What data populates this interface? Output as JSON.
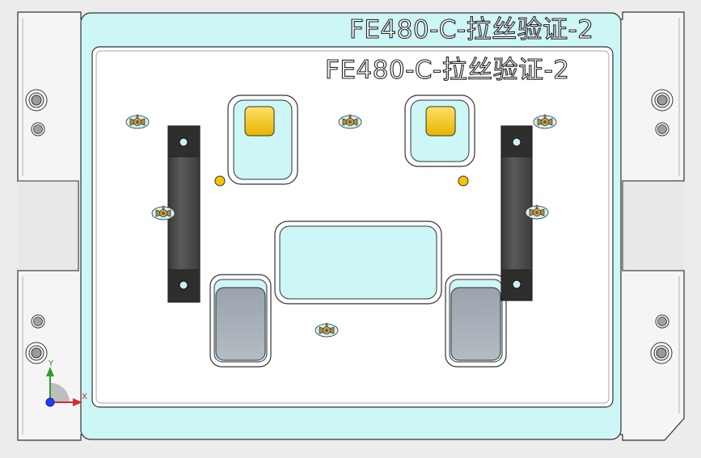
{
  "model": {
    "plate_label_outer": "FE480-C-拉丝验证-2",
    "plate_label_inner": "FE480-C-拉丝验证-2"
  },
  "triad": {
    "x_label": "X",
    "y_label": "Y",
    "x_color": "#d32f2f",
    "y_color": "#2e9e2e",
    "z_color": "#1e3cff"
  },
  "colors": {
    "background": "#ececec",
    "base_plate": "#f5f5f5",
    "cyan_plate": "#cdf6f6",
    "top_plate": "#ffffff",
    "dark_bar": "#4a4a48",
    "yellow_pad": "#f5c400",
    "grey_pocket": "#a8b0b9",
    "outline": "#333333"
  },
  "icons": [
    "wing-nut-icon",
    "bolt-hole-icon",
    "locating-pin-icon"
  ]
}
